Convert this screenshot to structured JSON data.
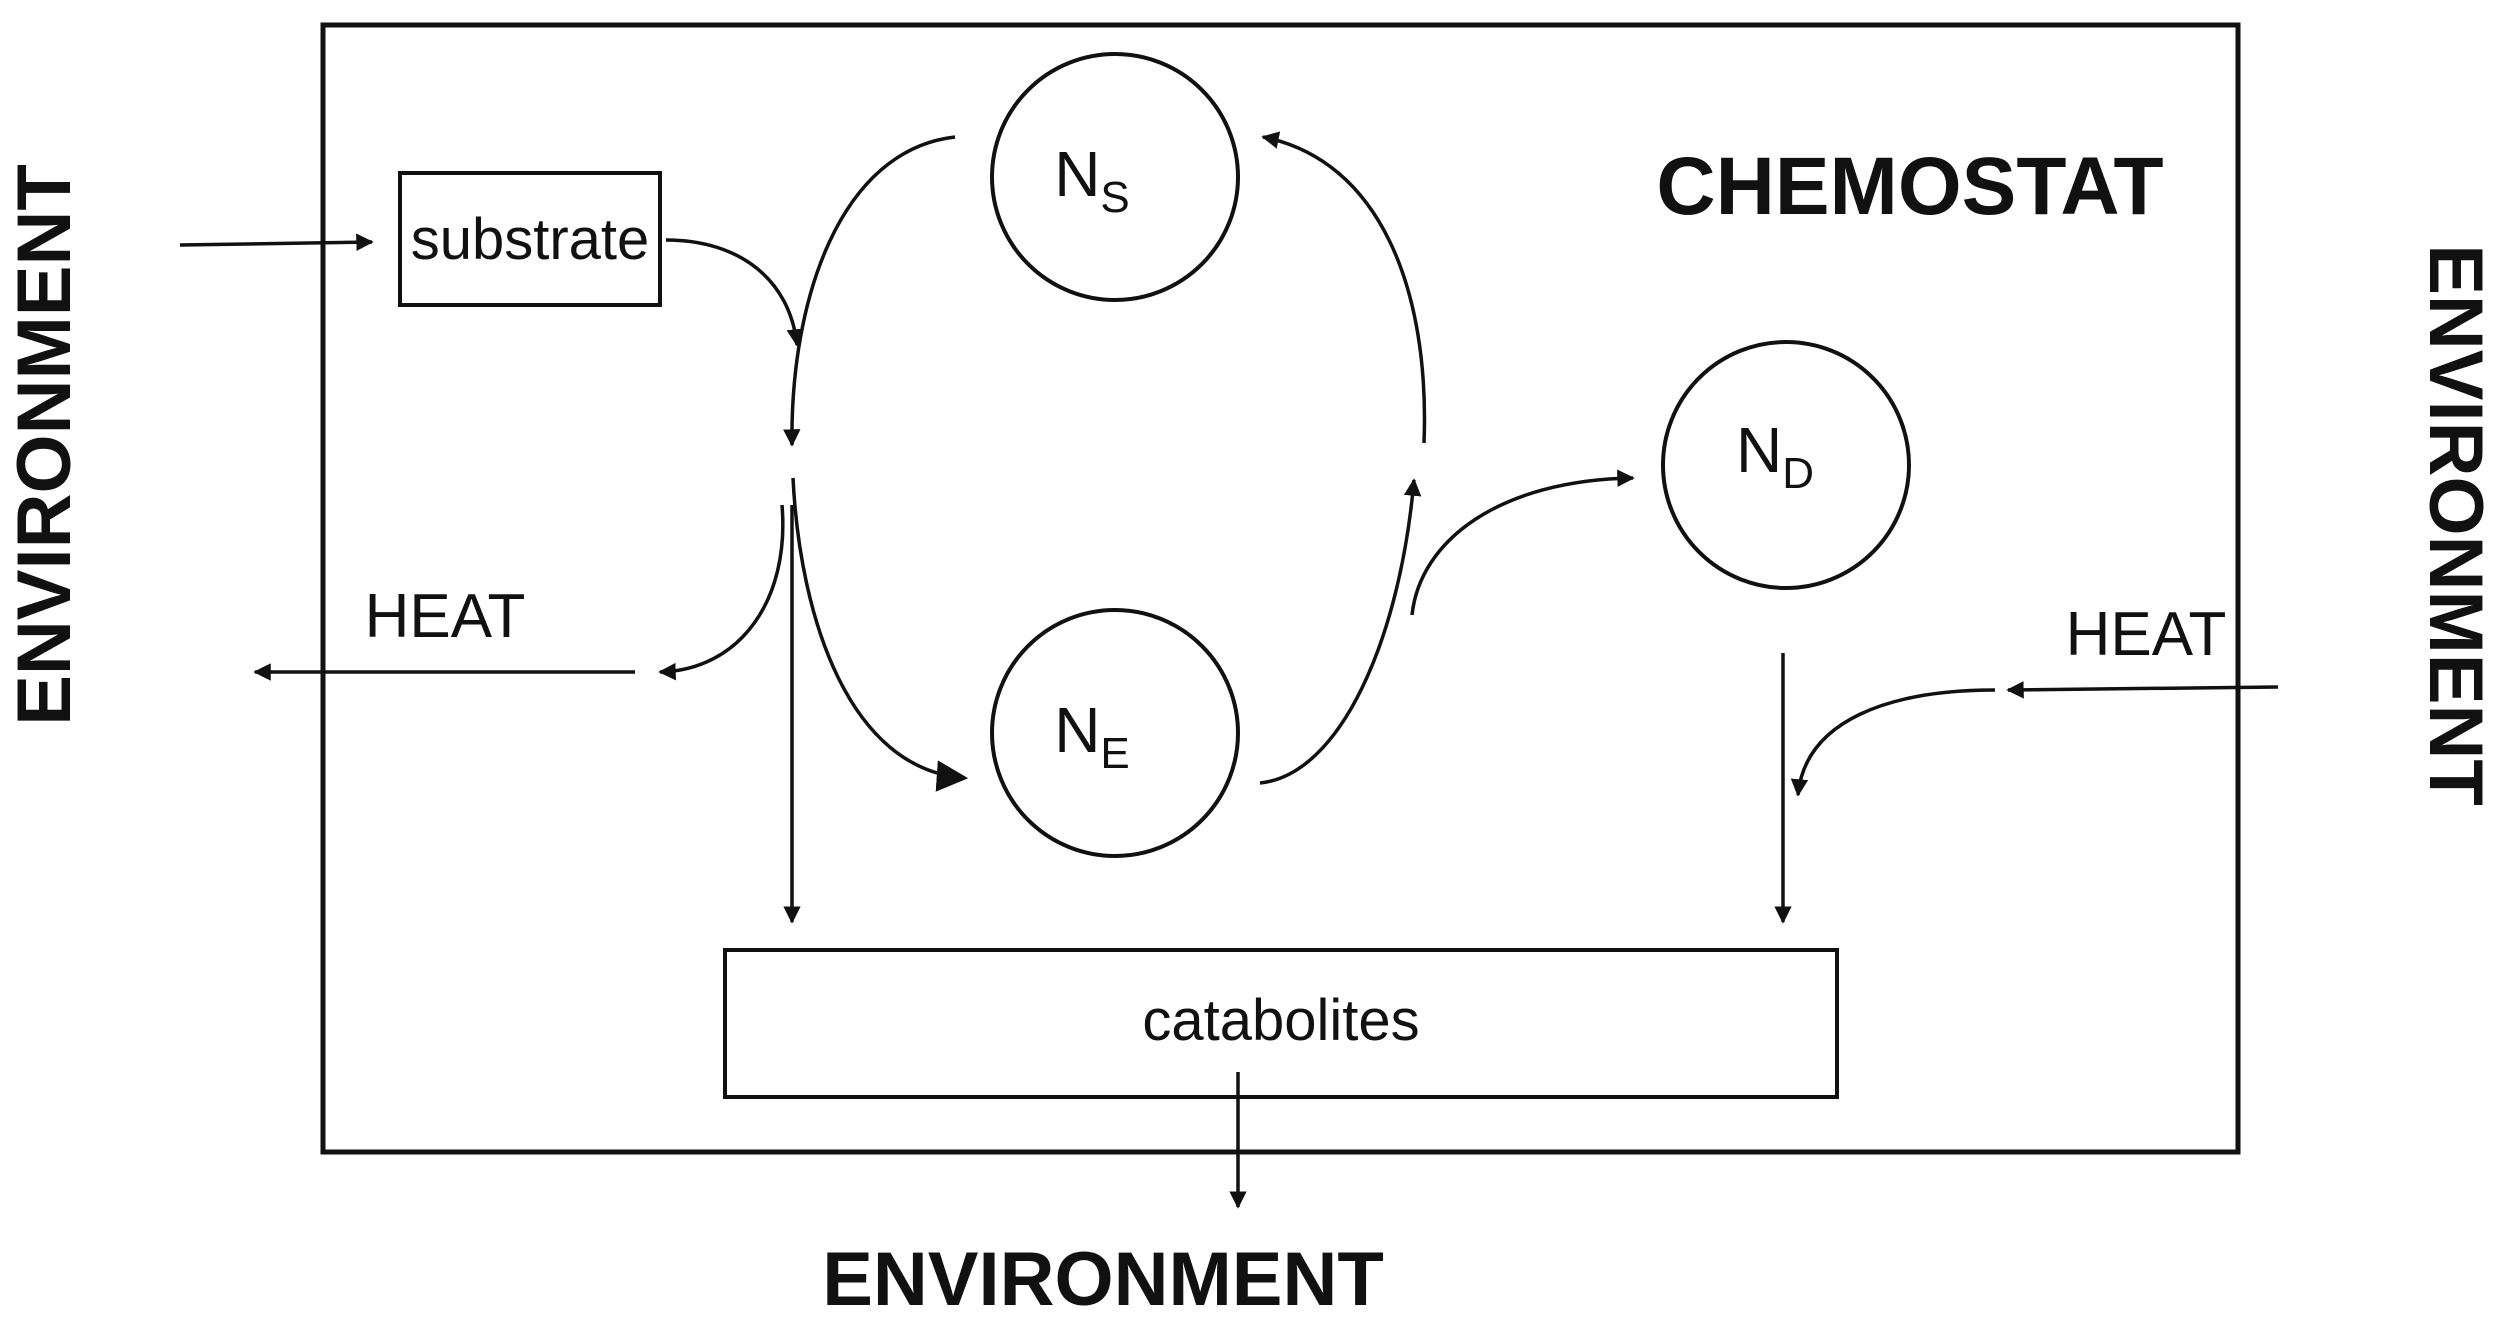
{
  "title": "CHEMOSTAT",
  "environment": {
    "left": "ENVIRONMENT",
    "right": "ENVIRONMENT",
    "bottom": "ENVIRONMENT"
  },
  "boxes": {
    "substrate": "substrate",
    "catabolites": "catabolites"
  },
  "nodes": {
    "ns": {
      "main": "N",
      "sub": "S"
    },
    "ne": {
      "main": "N",
      "sub": "E"
    },
    "nd": {
      "main": "N",
      "sub": "D"
    }
  },
  "heat": {
    "left": "HEAT",
    "right": "HEAT"
  }
}
